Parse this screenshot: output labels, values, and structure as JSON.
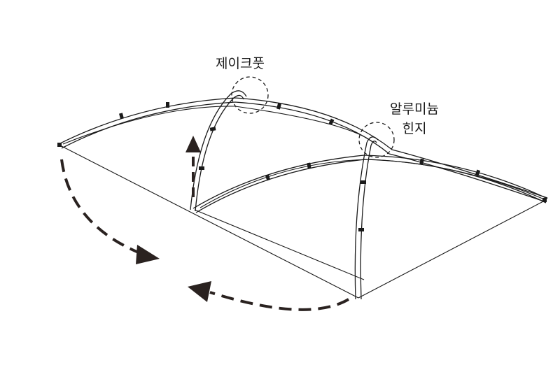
{
  "labels": {
    "jake_foot": "제이크풋",
    "aluminum_hinge_line1": "알루미늄",
    "aluminum_hinge_line2": "힌지"
  },
  "colors": {
    "line": "#1a1a1a",
    "arrow": "#2a2220",
    "background": "#ffffff"
  },
  "icons": [
    "rotate-arrow",
    "lift-arrow",
    "dashed-circle"
  ]
}
